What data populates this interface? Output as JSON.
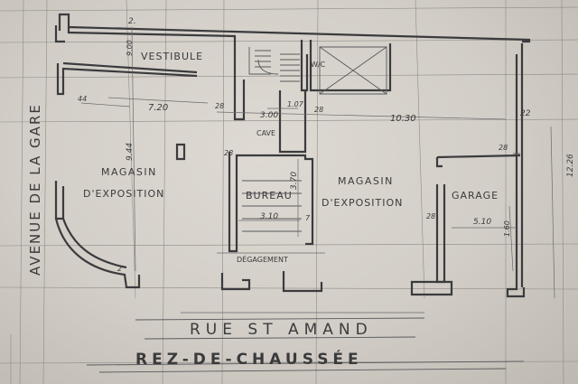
{
  "plan": {
    "street_left": "AVENUE DE LA GARE",
    "street_bottom": "RUE ST AMAND",
    "bottom_title": "REZ-DE-CHAUSSÉE",
    "rooms": {
      "vestibule": "VESTIBULE",
      "wc": "W/C",
      "cave": "CAVE",
      "shop_left_line1": "MAGASIN",
      "shop_left_line2": "D'EXPOSITION",
      "office": "BUREAU",
      "shop_right_line1": "MAGASIN",
      "shop_right_line2": "D'EXPOSITION",
      "garage": "GARAGE",
      "degagement": "DÉGAGEMENT"
    },
    "dimensions": {
      "d_top_corner": "2.",
      "d_900": "9.00",
      "d_720": "7.20",
      "d_944": "9.44",
      "d_1030": "10.30",
      "d_22": "22",
      "d_1226": "12.26",
      "d_300": "3.00",
      "d_107": "1.07",
      "d_370": "3.70",
      "d_310": "3.10",
      "d_510": "5.10",
      "d_160": "1.60",
      "d_28a": "28",
      "d_28b": "28",
      "d_28c": "28",
      "d_28d": "28",
      "d_7": "7",
      "d_28e": "28",
      "d_44": "44",
      "d_a": "2'"
    }
  }
}
